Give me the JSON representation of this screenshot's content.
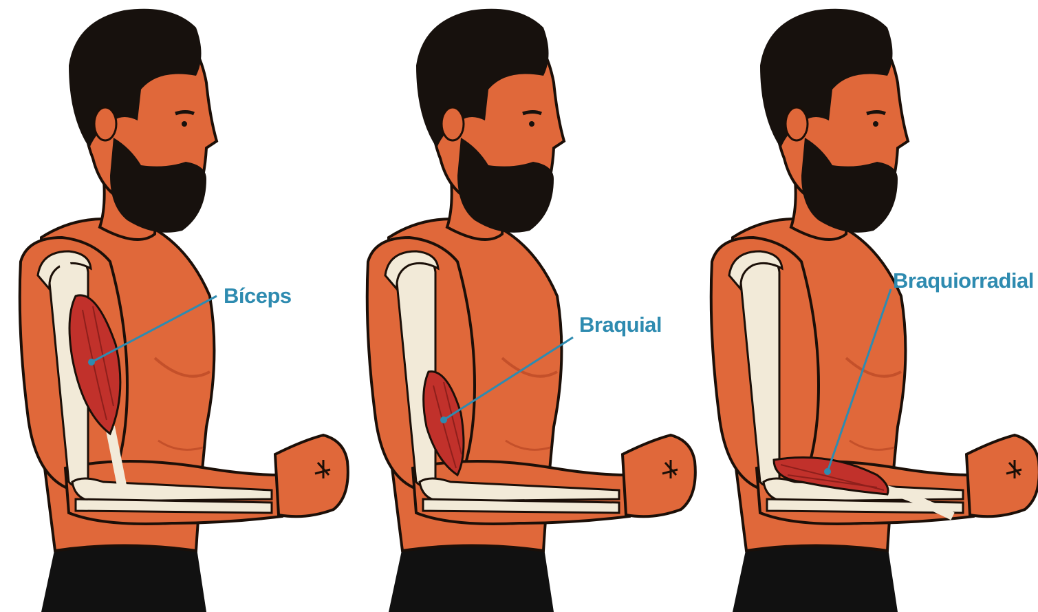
{
  "panels": [
    {
      "muscle": "biceps",
      "label": "Bíceps"
    },
    {
      "muscle": "brachialis",
      "label": "Braquial"
    },
    {
      "muscle": "brachioradialis",
      "label": "Braquiorradial"
    }
  ],
  "colors": {
    "background": "#ffffff",
    "skin": "#e0683a",
    "skin_shadow": "#c4502a",
    "hair": "#17110d",
    "outline": "#1b0f08",
    "bone": "#f2ead8",
    "muscle": "#c1312b",
    "muscle_fiber": "#8e1f1b",
    "pants": "#111111",
    "label": "#2e8bb0"
  }
}
